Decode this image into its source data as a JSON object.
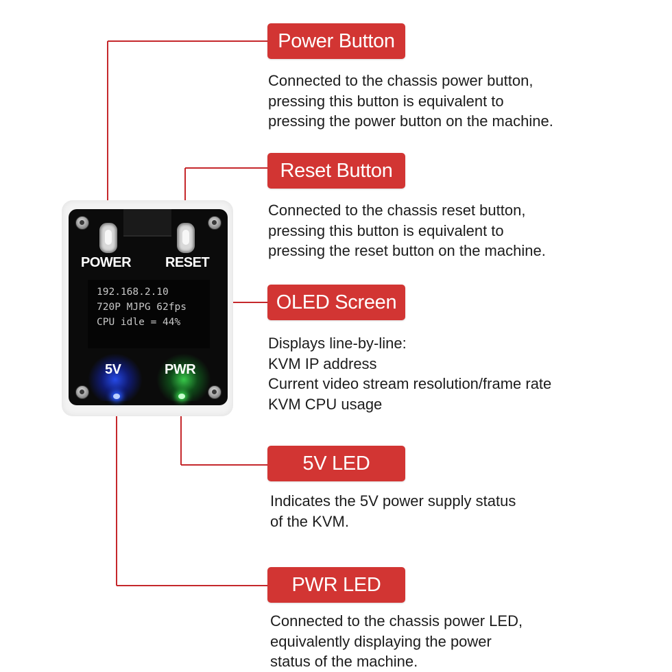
{
  "device": {
    "power_text": "POWER",
    "reset_text": "RESET",
    "led_5v_text": "5V",
    "led_pwr_text": "PWR",
    "oled_lines": [
      "192.168.2.10",
      "720P  MJPG 62fps",
      "CPU idle = 44%"
    ]
  },
  "callouts": [
    {
      "label": "Power Button",
      "description": [
        "Connected to the chassis power button,",
        "pressing this button is equivalent to",
        "pressing the power button on the machine."
      ]
    },
    {
      "label": "Reset Button",
      "description": [
        "Connected to the chassis reset button,",
        "pressing this button is equivalent to",
        "pressing the reset button on the machine."
      ]
    },
    {
      "label": "OLED Screen",
      "description": [
        "Displays line-by-line:",
        "KVM IP address",
        "Current video stream resolution/frame rate",
        "KVM CPU usage"
      ]
    },
    {
      "label": "5V LED",
      "description": [
        "Indicates the 5V power supply status",
        "of the KVM."
      ]
    },
    {
      "label": "PWR LED",
      "description": [
        "Connected to the chassis power LED,",
        "equivalently displaying the power",
        "status of the machine."
      ]
    }
  ],
  "colors": {
    "label_bg": "#d23533",
    "leader_line": "#c5272b",
    "led_blue": "#2a5bff",
    "led_green": "#35d24a"
  }
}
